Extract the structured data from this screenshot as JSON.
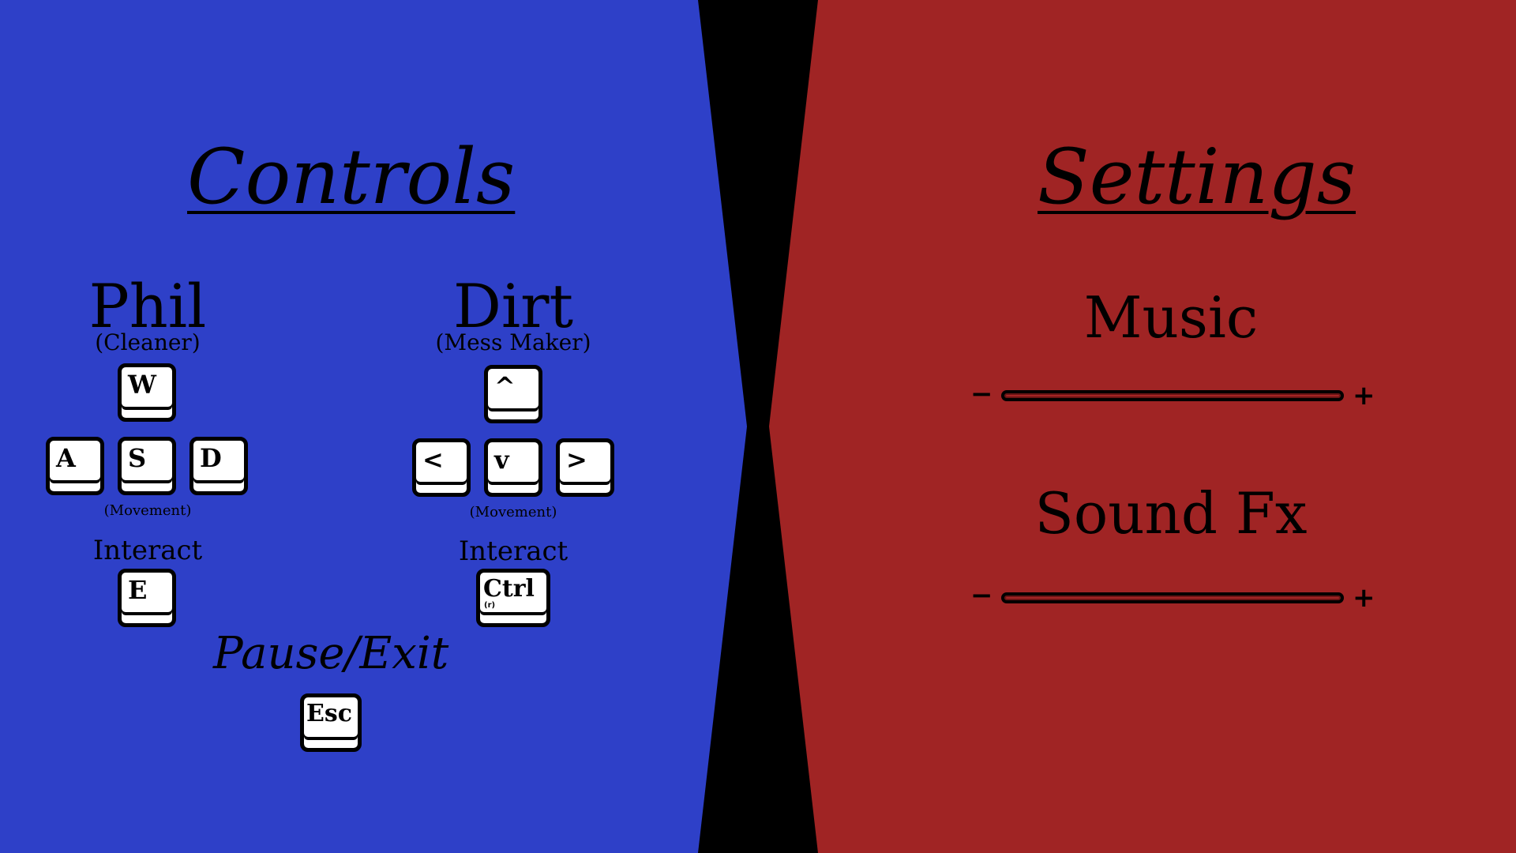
{
  "colors": {
    "controls_bg": "#2e40c8",
    "settings_bg": "#a02424",
    "divider": "#000000",
    "key_fill": "#ffffff"
  },
  "controls": {
    "title": "Controls",
    "phil": {
      "name": "Phil",
      "role": "(Cleaner)",
      "keys": {
        "up": "W",
        "left": "A",
        "down": "S",
        "right": "D"
      },
      "movement_label": "(Movement)",
      "interact_label": "Interact",
      "interact_key": "E"
    },
    "dirt": {
      "name": "Dirt",
      "role": "(Mess Maker)",
      "keys": {
        "up": "^",
        "left": "<",
        "down": "v",
        "right": ">"
      },
      "movement_label": "(Movement)",
      "interact_label": "Interact",
      "interact_key": "Ctrl",
      "interact_key_sub": "(r)"
    },
    "pause_label": "Pause/Exit",
    "pause_key": "Esc"
  },
  "settings": {
    "title": "Settings",
    "music": {
      "label": "Music",
      "minus": "−",
      "plus": "+"
    },
    "sound_fx": {
      "label": "Sound Fx",
      "minus": "−",
      "plus": "+"
    }
  }
}
